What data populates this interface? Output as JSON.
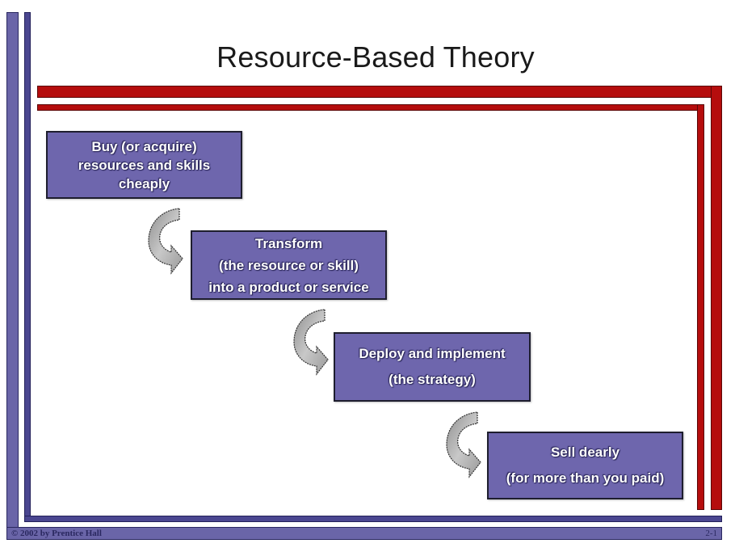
{
  "slide": {
    "title": "Resource-Based Theory",
    "steps": [
      {
        "lines": [
          "Buy (or acquire)",
          "resources and skills",
          "cheaply"
        ]
      },
      {
        "lines": [
          "Transform",
          "(the resource or skill)",
          "into a product or service"
        ]
      },
      {
        "lines": [
          "Deploy and implement",
          "(the strategy)"
        ]
      },
      {
        "lines": [
          "Sell dearly",
          "(for more than you paid)"
        ]
      }
    ],
    "footer": {
      "copyright": "© 2002 by Prentice Hall",
      "page_number": "2-1"
    },
    "colors": {
      "frame_blue": "#6a65a8",
      "frame_red": "#b50d0d",
      "box_fill": "#6e66ad",
      "arrow_fill": "#a9a9a9"
    }
  }
}
